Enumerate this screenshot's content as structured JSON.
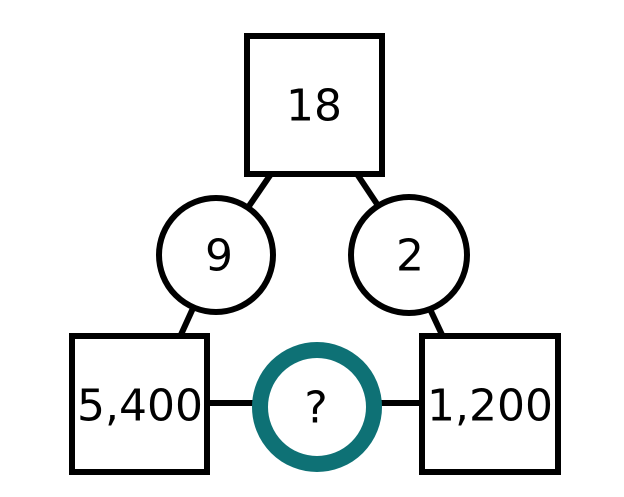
{
  "diagram": {
    "nodes": {
      "top_square": "18",
      "left_circle": "9",
      "right_circle": "2",
      "bottom_left_square": "5,400",
      "bottom_right_square": "1,200",
      "center_circle": "?"
    },
    "colors": {
      "outline": "#000000",
      "text": "#000000",
      "highlight_ring": "#0e7175",
      "background": "#ffffff"
    }
  }
}
